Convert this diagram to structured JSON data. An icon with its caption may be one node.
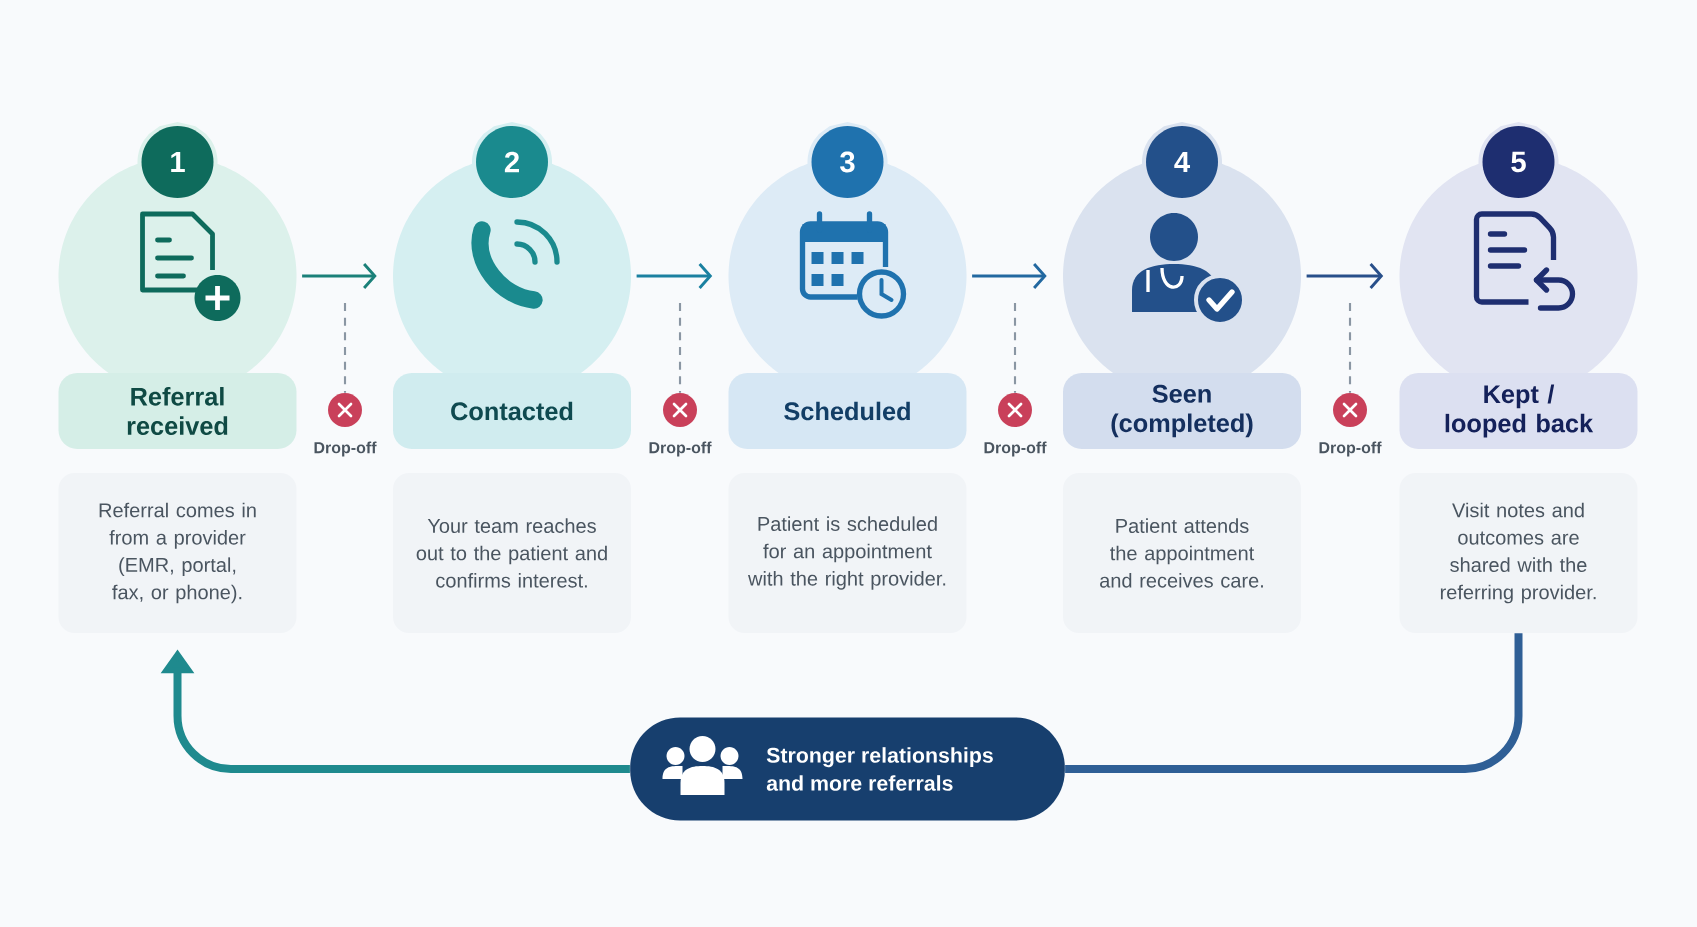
{
  "diagram": {
    "nodes": [
      {
        "text": [
          "1"
        ]
      },
      {
        "text": [
          "Referral received"
        ]
      },
      {
        "text": [
          "Referral comes in from a provider (EMR, portal, fax, or phone)."
        ]
      },
      {
        "text": [
          "2"
        ]
      },
      {
        "text": [
          "Contacted"
        ]
      },
      {
        "text": [
          "Your team reaches out to the patient and confirms interest."
        ]
      },
      {
        "text": [
          "3"
        ]
      },
      {
        "text": [
          "Scheduled"
        ]
      },
      {
        "text": [
          "Patient is scheduled for an appointment with the right provider."
        ]
      },
      {
        "text": [
          "4"
        ]
      },
      {
        "text": [
          "Seen (completed)"
        ]
      },
      {
        "text": [
          "Patient attends the appointment and receives care."
        ]
      },
      {
        "text": [
          "5"
        ]
      },
      {
        "text": [
          "Kept / looped back"
        ]
      },
      {
        "text": [
          "Visit notes and outcomes are shared with the referring provider."
        ]
      },
      {
        "text": [],
        "shape": "circle",
        "beside": [
          "Drop-off"
        ]
      },
      {
        "text": [],
        "shape": "circle",
        "beside": [
          "Drop-off"
        ]
      },
      {
        "text": [],
        "shape": "circle",
        "beside": [
          "Drop-off"
        ]
      },
      {
        "text": [],
        "shape": "circle",
        "beside": [
          "Drop-off"
        ]
      },
      {
        "text": [
          "Stronger relationships and more referrals"
        ]
      }
    ],
    "edges": [
      {
        "from": 0,
        "to": 3,
        "arrow": "to",
        "color": "#1a8079"
      },
      {
        "from": 3,
        "to": 6,
        "arrow": "to",
        "color": "#1a80a0"
      },
      {
        "from": 6,
        "to": 9,
        "arrow": "to",
        "color": "#2268a0"
      },
      {
        "from": 9,
        "to": 12,
        "arrow": "to",
        "color": "#284f8a"
      },
      {
        "from": null,
        "to": 15,
        "arrow": "none",
        "style": "dashed",
        "color": "#8a96a3"
      },
      {
        "from": null,
        "to": 16,
        "arrow": "none",
        "style": "dashed",
        "color": "#8a96a3"
      },
      {
        "from": null,
        "to": 17,
        "arrow": "none",
        "style": "dashed",
        "color": "#8a96a3"
      },
      {
        "from": null,
        "to": 18,
        "arrow": "none",
        "style": "dashed",
        "color": "#8a96a3"
      },
      {
        "from": 14,
        "to": 19,
        "arrow": "none",
        "style": "thick",
        "color": "#2f5f96"
      },
      {
        "from": 19,
        "to": 2,
        "arrow": "to",
        "style": "thick",
        "color": "#1f8a8e"
      }
    ]
  }
}
